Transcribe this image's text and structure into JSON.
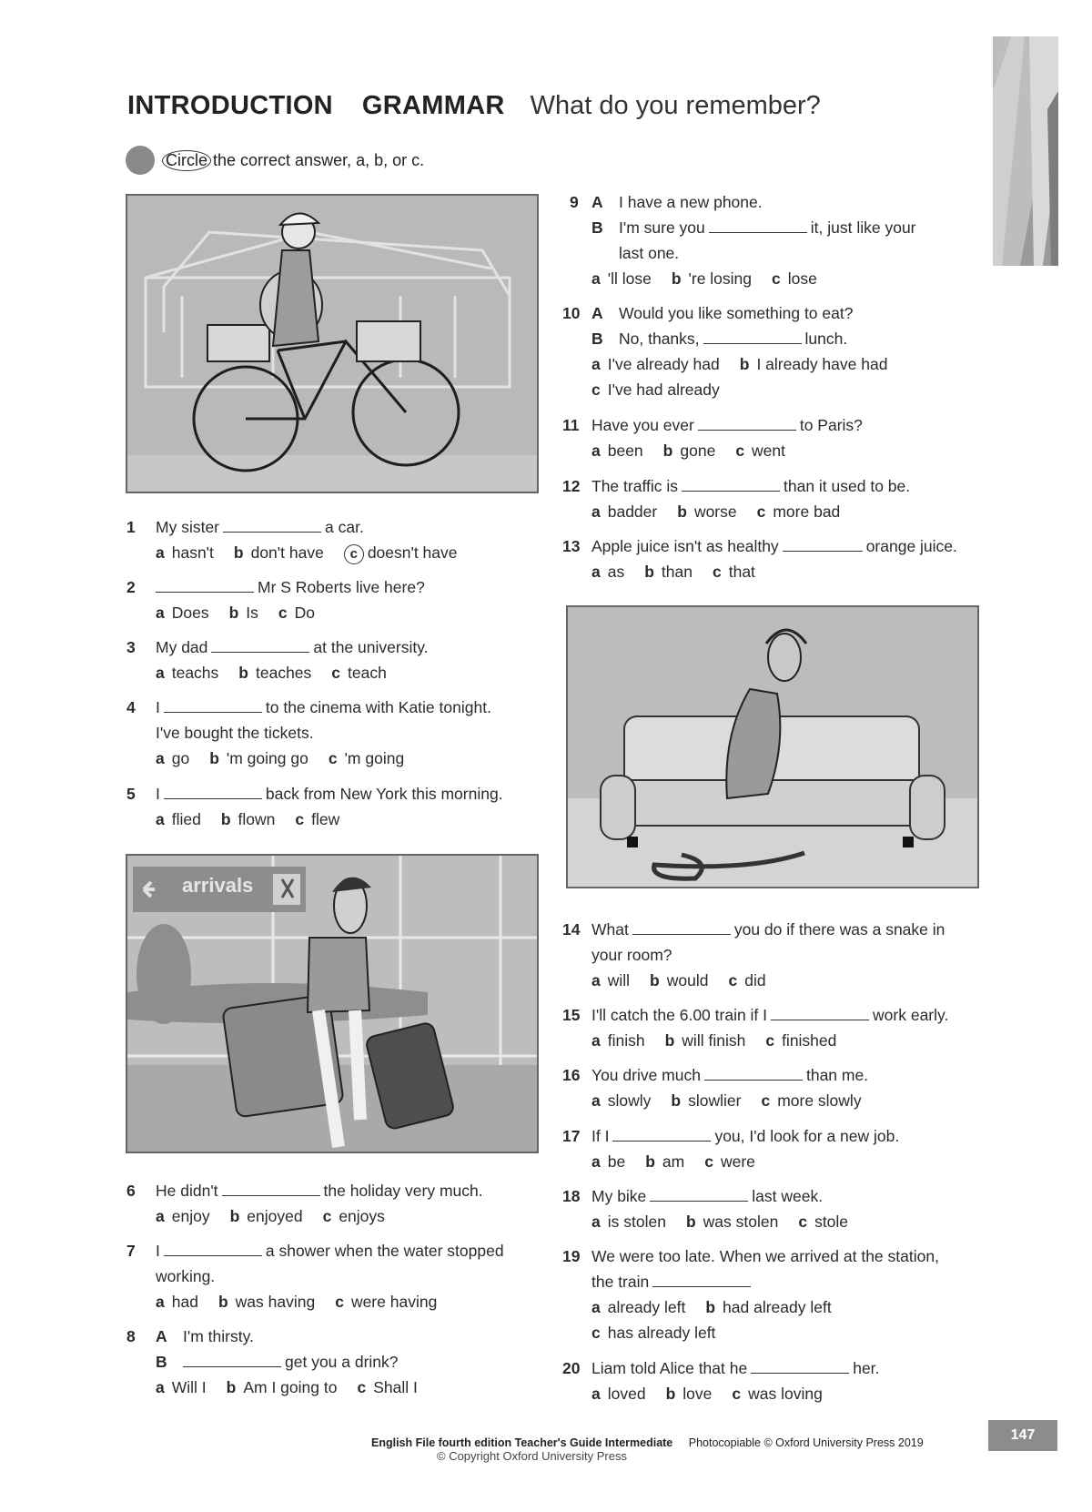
{
  "header": {
    "section": "INTRODUCTION",
    "topic": "GRAMMAR",
    "subtitle": "What do you remember?"
  },
  "instruction": {
    "circle_word": "Circle",
    "text": "the correct answer, a, b, or c."
  },
  "airport_sign": "arrivals",
  "questions": [
    {
      "n": "1",
      "before": "My sister",
      "after": "a car.",
      "a": "hasn't",
      "b": "don't have",
      "c": "doesn't have"
    },
    {
      "n": "2",
      "before": "",
      "after": "Mr S Roberts live here?",
      "a": "Does",
      "b": "Is",
      "c": "Do"
    },
    {
      "n": "3",
      "before": "My dad",
      "after": "at the university.",
      "a": "teachs",
      "b": "teaches",
      "c": "teach"
    },
    {
      "n": "4",
      "before": "I",
      "after": "to the cinema with Katie tonight.",
      "line2": "I've bought the tickets.",
      "a": "go",
      "b": "'m going go",
      "c": "'m going"
    },
    {
      "n": "5",
      "before": "I",
      "after": "back from New York this morning.",
      "a": "flied",
      "b": "flown",
      "c": "flew"
    },
    {
      "n": "6",
      "before": "He didn't",
      "after": "the holiday very much.",
      "a": "enjoy",
      "b": "enjoyed",
      "c": "enjoys"
    },
    {
      "n": "7",
      "before": "I",
      "after": "a shower when the water stopped",
      "line2": "working.",
      "a": "had",
      "b": "was having",
      "c": "were having"
    },
    {
      "n": "8",
      "A": "I'm thirsty.",
      "B_after": "get you a drink?",
      "a": "Will I",
      "b": "Am I going to",
      "c": "Shall I"
    },
    {
      "n": "9",
      "A": "I have a new phone.",
      "B_before": "I'm sure you",
      "B_after": "it, just like your",
      "B_line2": "last one.",
      "a": "'ll lose",
      "b": "'re losing",
      "c": "lose"
    },
    {
      "n": "10",
      "A": "Would you like something to eat?",
      "B_before": "No, thanks,",
      "B_after": "lunch.",
      "a": "I've already had",
      "b": "I already have had",
      "c": "I've had already"
    },
    {
      "n": "11",
      "before": "Have you ever",
      "after": "to Paris?",
      "a": "been",
      "b": "gone",
      "c": "went"
    },
    {
      "n": "12",
      "before": "The traffic is",
      "after": "than it used to be.",
      "a": "badder",
      "b": "worse",
      "c": "more bad"
    },
    {
      "n": "13",
      "before": "Apple juice isn't as healthy",
      "after": "orange juice.",
      "a": "as",
      "b": "than",
      "c": "that"
    },
    {
      "n": "14",
      "before": "What",
      "after": "you do if there was a snake in",
      "line2": "your room?",
      "a": "will",
      "b": "would",
      "c": "did"
    },
    {
      "n": "15",
      "before": "I'll catch the 6.00 train if I",
      "after": "work early.",
      "a": "finish",
      "b": "will finish",
      "c": "finished"
    },
    {
      "n": "16",
      "before": "You drive much",
      "after": "than me.",
      "a": "slowly",
      "b": "slowlier",
      "c": "more slowly"
    },
    {
      "n": "17",
      "before": "If I",
      "after": "you, I'd look for a new job.",
      "a": "be",
      "b": "am",
      "c": "were"
    },
    {
      "n": "18",
      "before": "My bike",
      "after": "last week.",
      "a": "is stolen",
      "b": "was stolen",
      "c": "stole"
    },
    {
      "n": "19",
      "before": "We were too late. When we arrived at the station,",
      "line2_before": "the train",
      "a": "already left",
      "b": "had already left",
      "c": "has already left"
    },
    {
      "n": "20",
      "before": "Liam told Alice that he",
      "after": "her.",
      "a": "loved",
      "b": "love",
      "c": "was loving"
    }
  ],
  "footer": {
    "book": "English File fourth edition Teacher's Guide Intermediate",
    "rights": "Photocopiable © Oxford University Press 2019",
    "copyright": "© Copyright Oxford University Press",
    "page": "147"
  },
  "colors": {
    "panel": "#b9b9b9",
    "accent_grey": "#8c8c8c"
  }
}
